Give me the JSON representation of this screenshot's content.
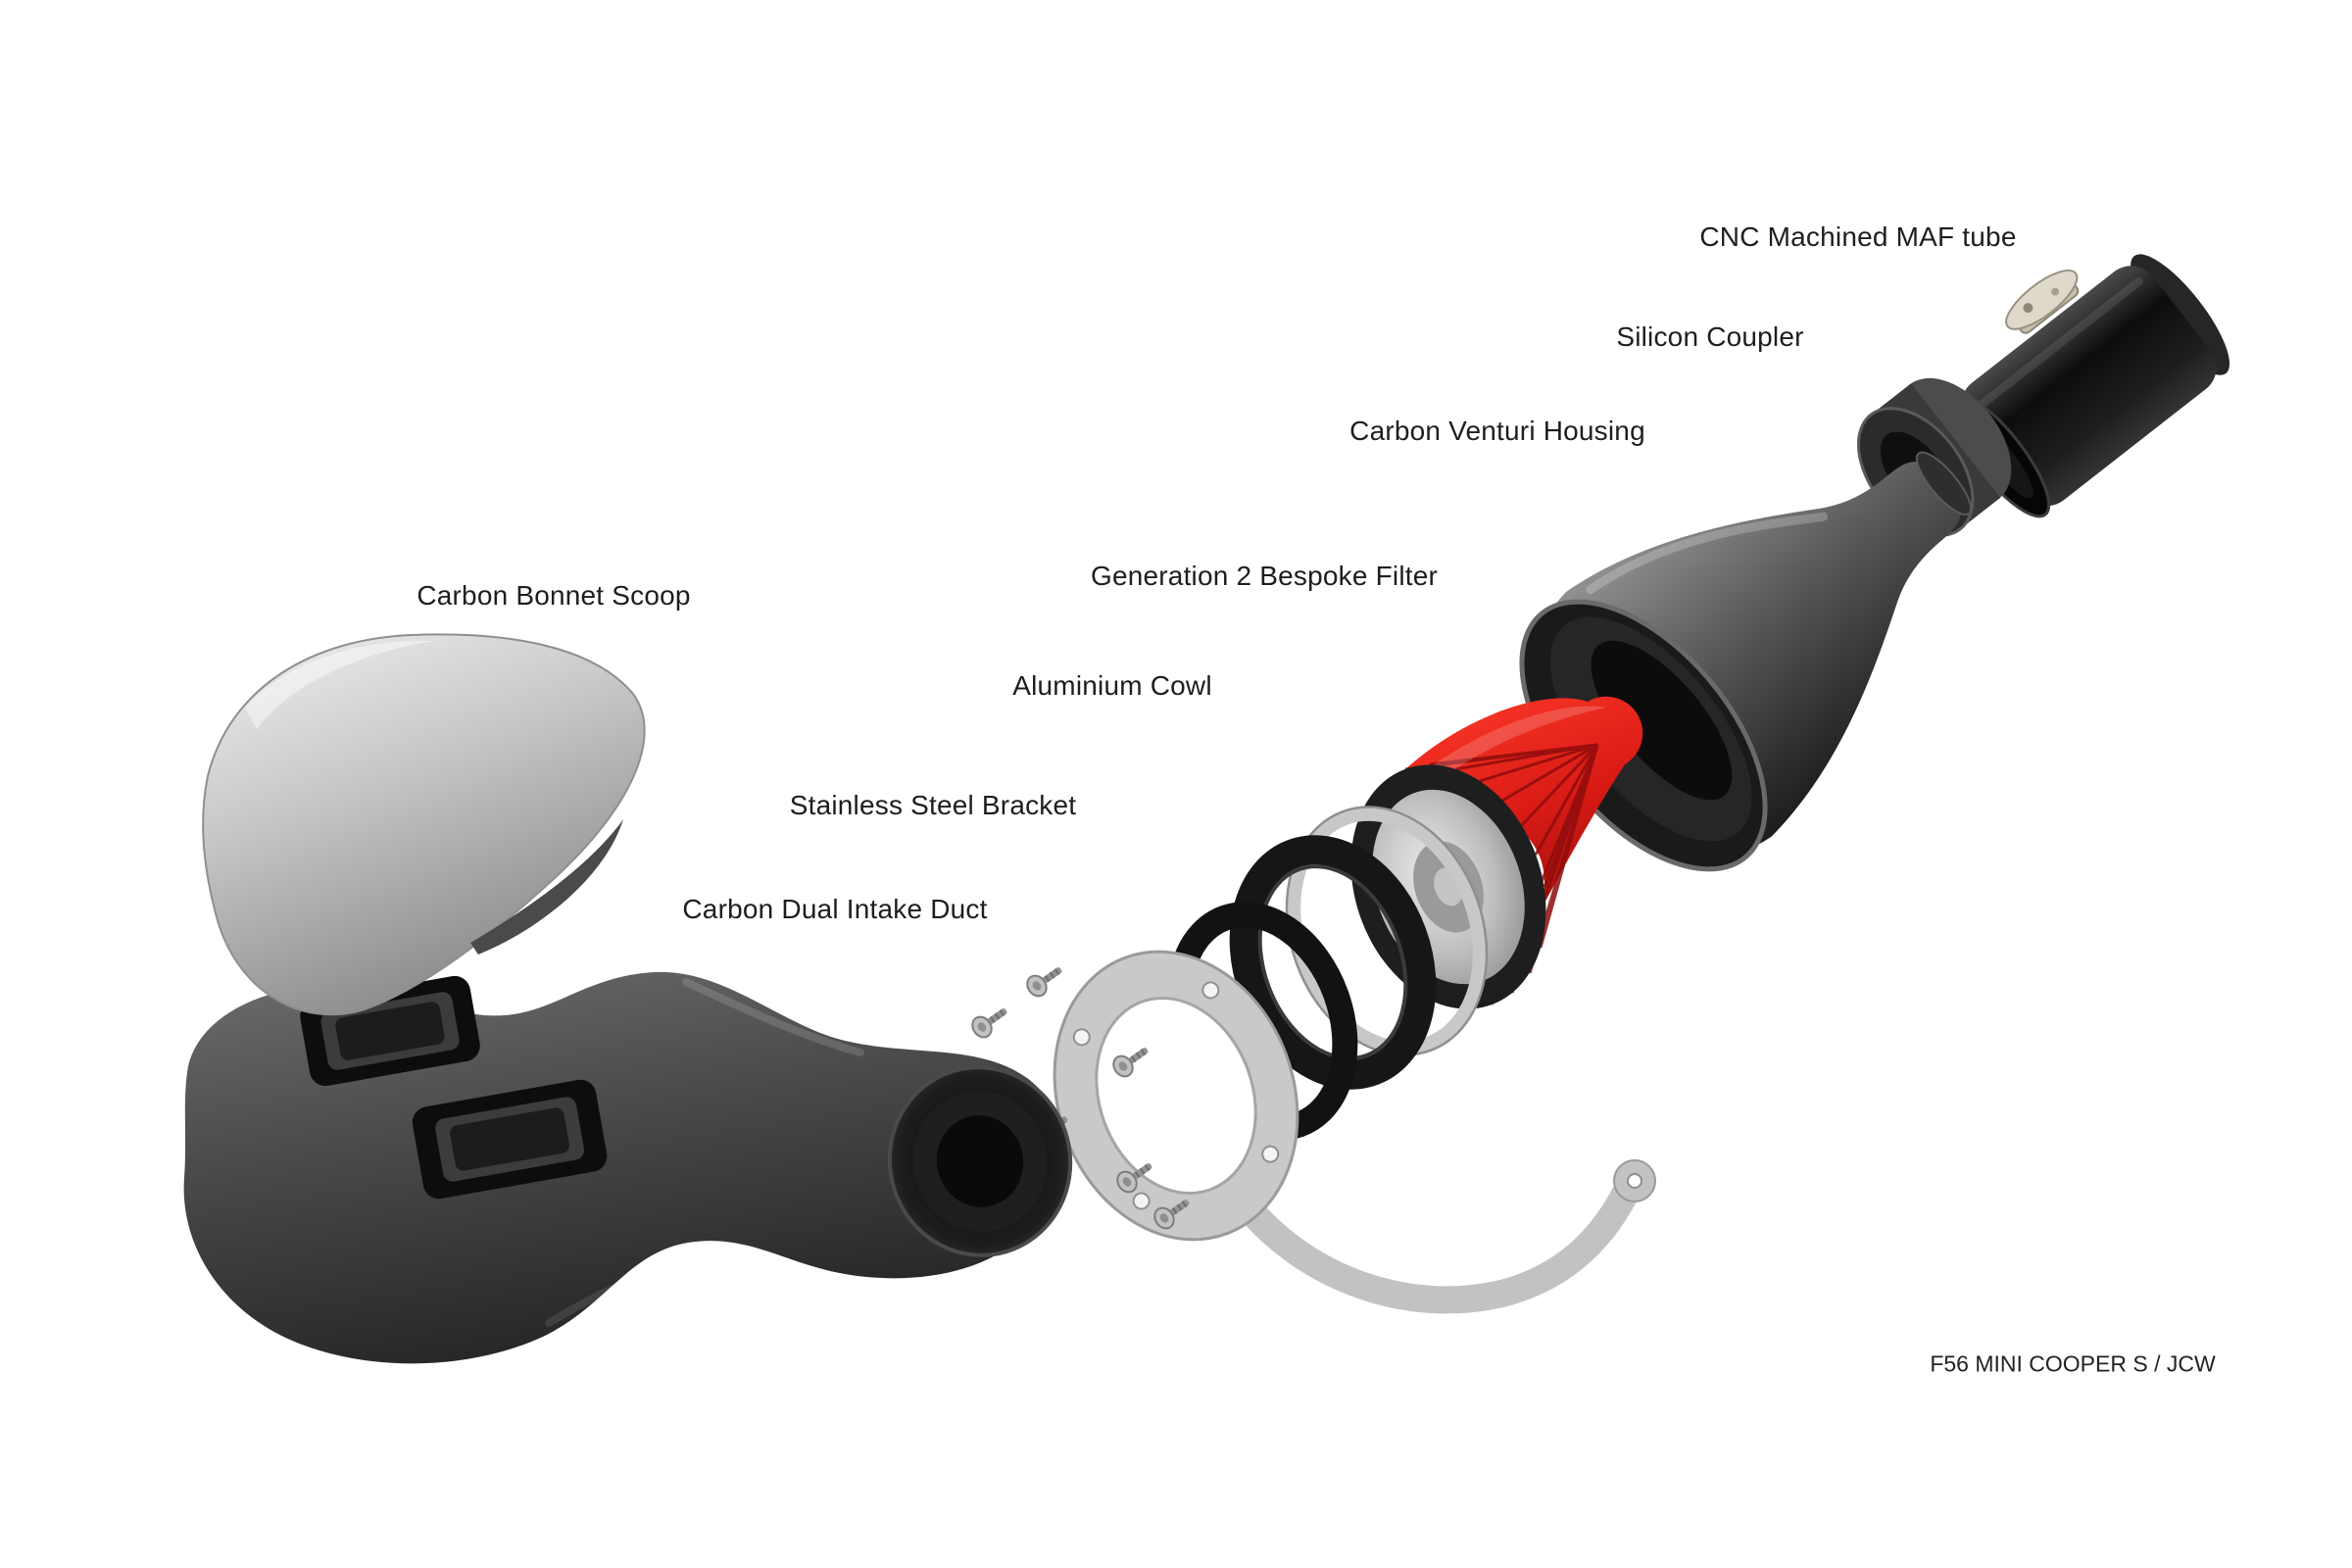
{
  "labels": {
    "maf_tube": "CNC Machined MAF tube",
    "silicon_coupler": "Silicon Coupler",
    "venturi_housing": "Carbon Venturi Housing",
    "bespoke_filter": "Generation 2 Bespoke Filter",
    "aluminium_cowl": "Aluminium Cowl",
    "steel_bracket": "Stainless Steel Bracket",
    "intake_duct": "Carbon Dual Intake Duct",
    "bonnet_scoop": "Carbon Bonnet Scoop",
    "model_caption": "F56 MINI COOPER S / JCW"
  },
  "colors": {
    "background": "#ffffff",
    "label_text": "#1e1e1e",
    "filter_red": "#d81a15",
    "carbon_gray": "#3d3d3d",
    "silver": "#c9c9c9",
    "black_rubber": "#141414"
  }
}
